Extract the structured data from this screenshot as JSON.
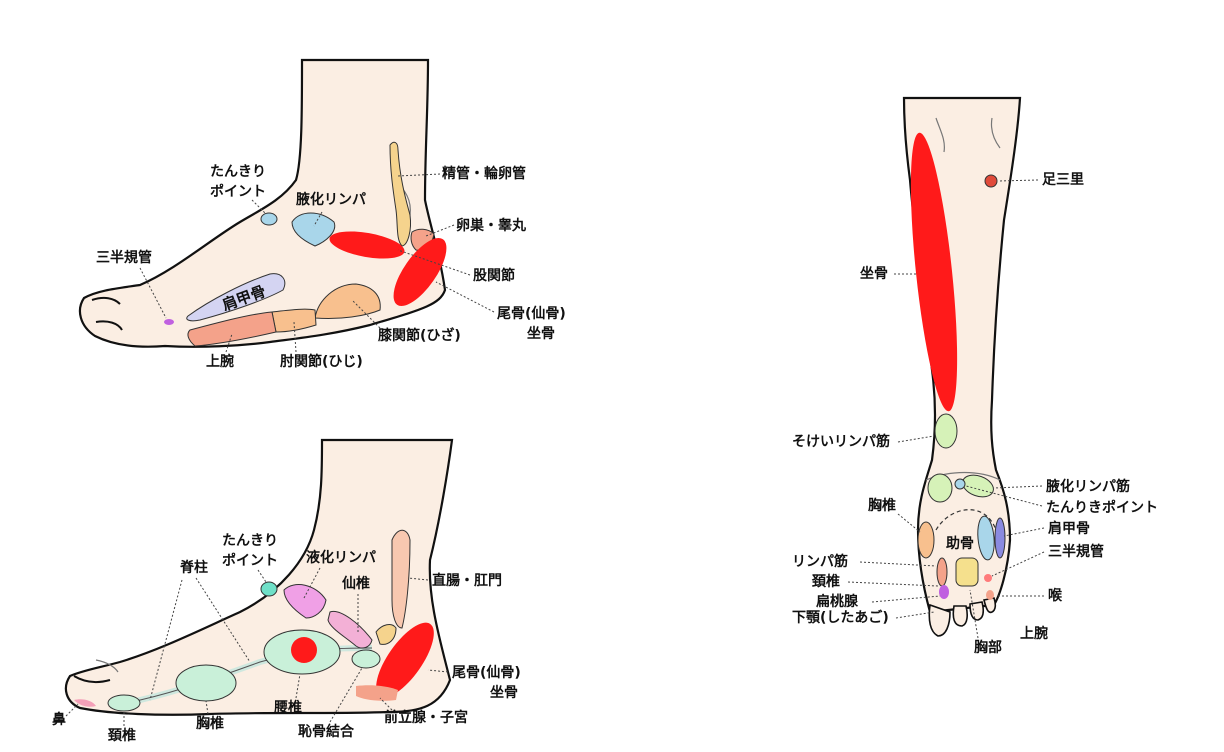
{
  "colors": {
    "red": "#ff1a1a",
    "blue": "#a9d6ea",
    "lavender": "#d4d4f2",
    "orange": "#f8c08e",
    "yellow": "#f5d38d",
    "mint": "#c9f0d9",
    "pink": "#f0a0e6",
    "salmon": "#f4a28a",
    "green": "#d6f2b8",
    "skin": "#fbeee3"
  },
  "top_foot": {
    "tankiri_1": "たんきり",
    "tankiri_2": "ポイント",
    "axillary_lymph": "腋化リンパ",
    "seminal": "精管・輪卵管",
    "ovary": "卵巣・睾丸",
    "hip_joint": "股関節",
    "coccyx": "尾骨(仙骨)",
    "sciatic": "坐骨",
    "knee": "膝関節(ひざ)",
    "elbow": "肘関節(ひじ)",
    "upper_arm": "上腕",
    "semicircular": "三半規管",
    "scapula": "肩甲骨"
  },
  "bottom_foot": {
    "tankiri_1": "たんきり",
    "tankiri_2": "ポイント",
    "spine": "脊柱",
    "lymph": "液化リンパ",
    "sacrum": "仙椎",
    "rectum": "直腸・肛門",
    "coccyx": "尾骨(仙骨)",
    "sciatic": "坐骨",
    "prostate": "前立腺・子宮",
    "pubic": "恥骨結合",
    "lumbar": "腰椎",
    "thoracic": "胸椎",
    "cervical": "頚椎",
    "nose": "鼻"
  },
  "leg": {
    "zusanri": "足三里",
    "sciatic": "坐骨",
    "inguinal": "そけいリンパ筋",
    "axillary": "腋化リンパ筋",
    "tankiri": "たんりきポイント",
    "scapula": "肩甲骨",
    "semicircular": "三半規管",
    "throat": "喉",
    "upper_arm": "上腕",
    "chest": "胸部",
    "thoracic": "胸椎",
    "rib": "助骨",
    "lymph": "リンパ筋",
    "cervical": "頚椎",
    "tonsil": "扁桃腺",
    "jaw": "下顎(したあご)"
  }
}
